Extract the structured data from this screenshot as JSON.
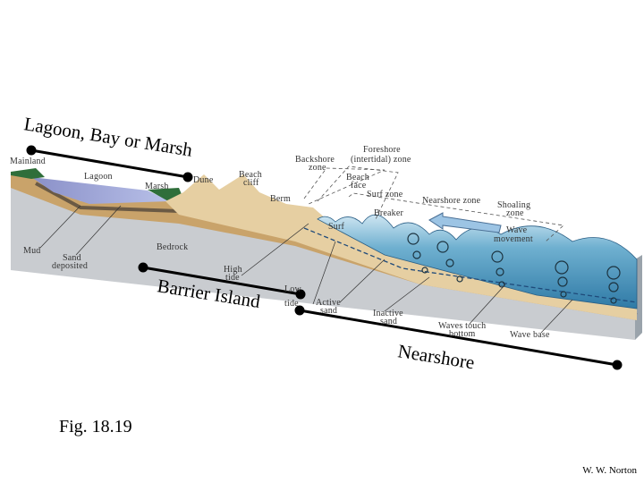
{
  "figure": {
    "caption": "Fig. 18.19",
    "credit": "W. W. Norton"
  },
  "regions": {
    "lagoon": "Lagoon, Bay or Marsh",
    "barrier": "Barrier Island",
    "nearshore": "Nearshore"
  },
  "labels": {
    "mainland": "Mainland",
    "lagoon": "Lagoon",
    "marsh": "Marsh",
    "dune": "Dune",
    "beach_cliff_1": "Beach",
    "beach_cliff_2": "cliff",
    "berm": "Berm",
    "backshore_1": "Backshore",
    "backshore_2": "zone",
    "foreshore_1": "Foreshore",
    "foreshore_2": "(intertidal) zone",
    "beach_face_1": "Beach",
    "beach_face_2": "face",
    "surf_zone": "Surf zone",
    "nearshore_zone": "Nearshore zone",
    "shoaling_1": "Shoaling",
    "shoaling_2": "zone",
    "breaker": "Breaker",
    "surf": "Surf",
    "wave_movement_1": "Wave",
    "wave_movement_2": "movement",
    "mud": "Mud",
    "sand_dep_1": "Sand",
    "sand_dep_2": "deposited",
    "bedrock": "Bedrock",
    "high_tide_1": "High",
    "high_tide_2": "tide",
    "low_tide_1": "Low",
    "low_tide_2": "tide",
    "active_1": "Active",
    "active_2": "sand",
    "inactive_1": "Inactive",
    "inactive_2": "sand",
    "touch_1": "Waves touch",
    "touch_2": "bottom",
    "wave_base": "Wave base"
  },
  "colors": {
    "bedrock": "#c9ccd0",
    "sand": "#e3c79a",
    "water": "#4f9ac0",
    "marsh": "#2f6e3a"
  }
}
